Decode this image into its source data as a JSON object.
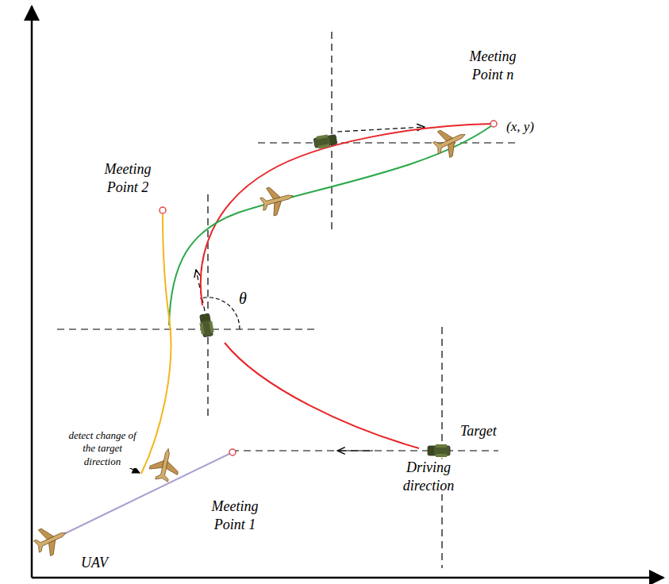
{
  "diagram": {
    "labels": [
      "Meeting Point n",
      "(x, y)",
      "Meeting Point 2",
      "θ",
      "Target",
      "Driving direction",
      "detect change of the target direction",
      "Meeting Point 1",
      "UAV"
    ]
  }
}
